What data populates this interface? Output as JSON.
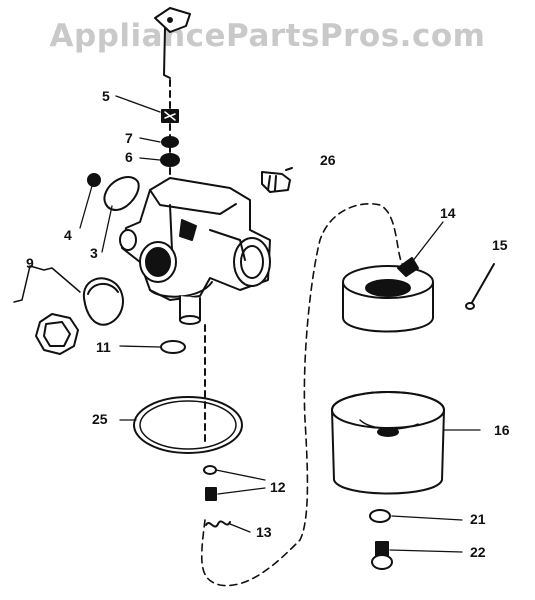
{
  "watermark": "AppliancePartsPros.com",
  "callouts": {
    "c3": "3",
    "c4": "4",
    "c5": "5",
    "c6": "6",
    "c7": "7",
    "c9": "9",
    "c11": "11",
    "c12": "12",
    "c13": "13",
    "c14": "14",
    "c15": "15",
    "c16": "16",
    "c21": "21",
    "c22": "22",
    "c25": "25",
    "c26": "26"
  },
  "colors": {
    "ink": "#111111",
    "watermark": "#c9c9c9",
    "background": "#ffffff"
  }
}
